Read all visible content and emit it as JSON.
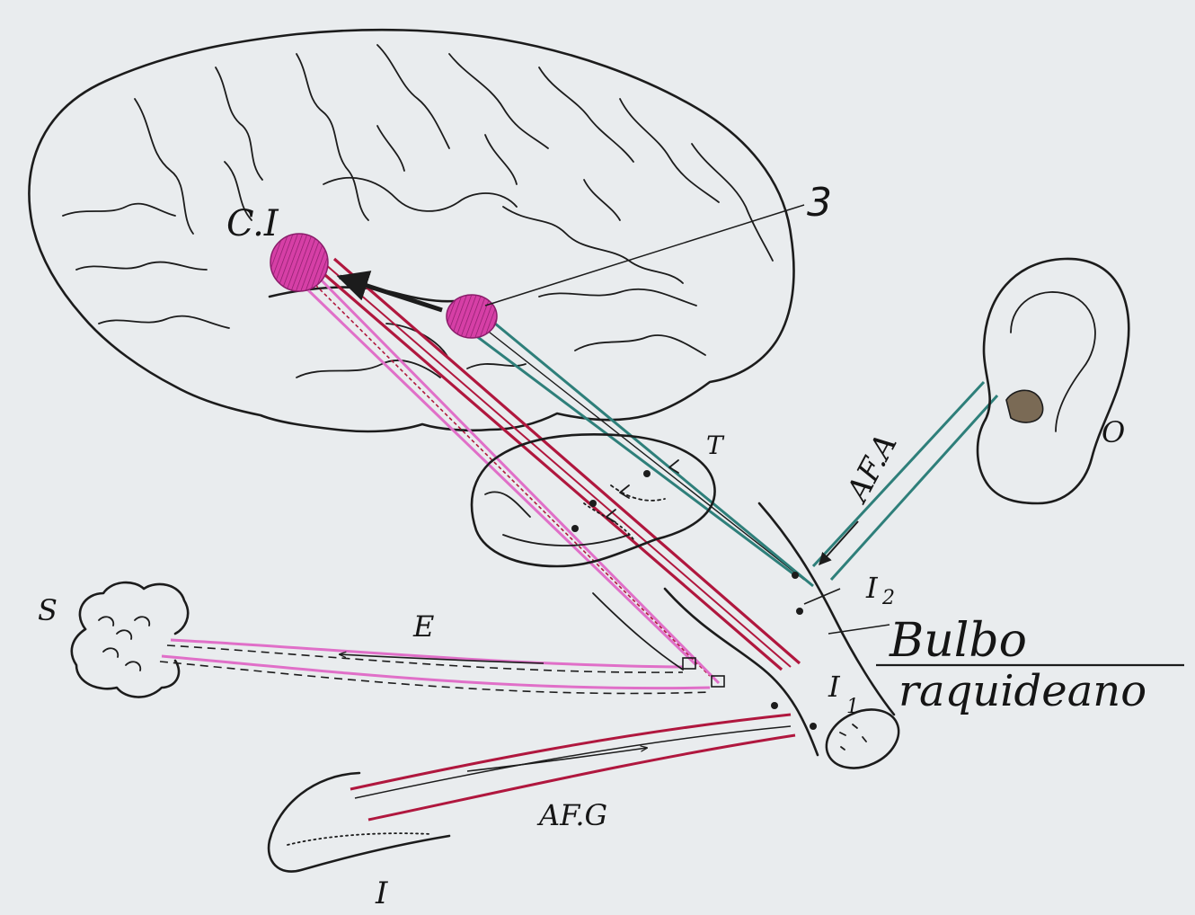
{
  "labels": {
    "ci": "C.I",
    "three": "3",
    "o": "O",
    "afa": "AF.A",
    "t": "T",
    "i2": "I",
    "i2_sub": "2",
    "bulbo": "Bulbo",
    "raquideano": "raquideano",
    "i1": "I",
    "i1_sub": "1",
    "s": "S",
    "e": "E",
    "afg": "AF.G",
    "i": "I"
  },
  "colors": {
    "background": "#e9ecee",
    "ink": "#1c1c1c",
    "magenta_fill": "#d63fa6",
    "crimson_path": "#b0173e",
    "pink_path": "#e06fc8",
    "teal_path": "#2e7f7a"
  }
}
